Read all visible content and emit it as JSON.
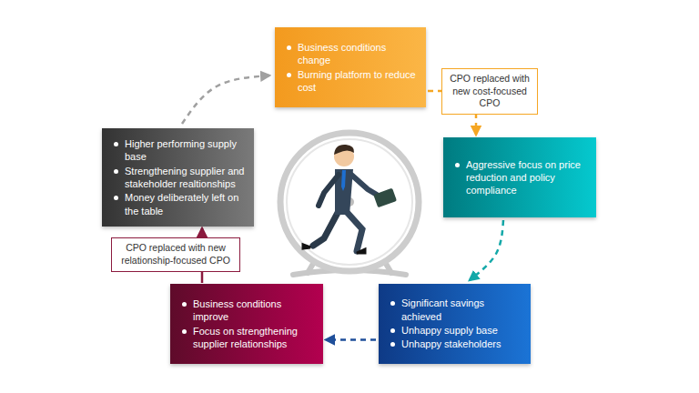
{
  "diagram": {
    "nodes": [
      {
        "text": [
          "Business conditions change",
          "Burning platform to reduce cost"
        ]
      },
      {
        "text": [
          "CPO replaced with new cost-focused CPO"
        ]
      },
      {
        "text": [
          "Aggressive focus on price reduction and policy compliance"
        ]
      },
      {
        "text": [
          "Significant savings achieved",
          "Unhappy supply base",
          "Unhappy stakeholders"
        ]
      },
      {
        "text": [
          "Business conditions improve",
          "Focus on strengthening supplier relationships"
        ]
      },
      {
        "text": [
          "CPO replaced with new relationship-focused CPO"
        ]
      },
      {
        "text": [
          "Higher performing supply base",
          "Strengthening supplier and stakeholder realtionships",
          "Money deliberately left on the table"
        ]
      }
    ],
    "edges": [
      {
        "from": 6,
        "to": 0,
        "arrow": "to"
      },
      {
        "from": 0,
        "to": 2,
        "arrow": "to"
      },
      {
        "from": 2,
        "to": 3,
        "arrow": "to"
      },
      {
        "from": 3,
        "to": 4,
        "arrow": "to"
      },
      {
        "from": 4,
        "to": 6,
        "arrow": "to"
      }
    ]
  }
}
